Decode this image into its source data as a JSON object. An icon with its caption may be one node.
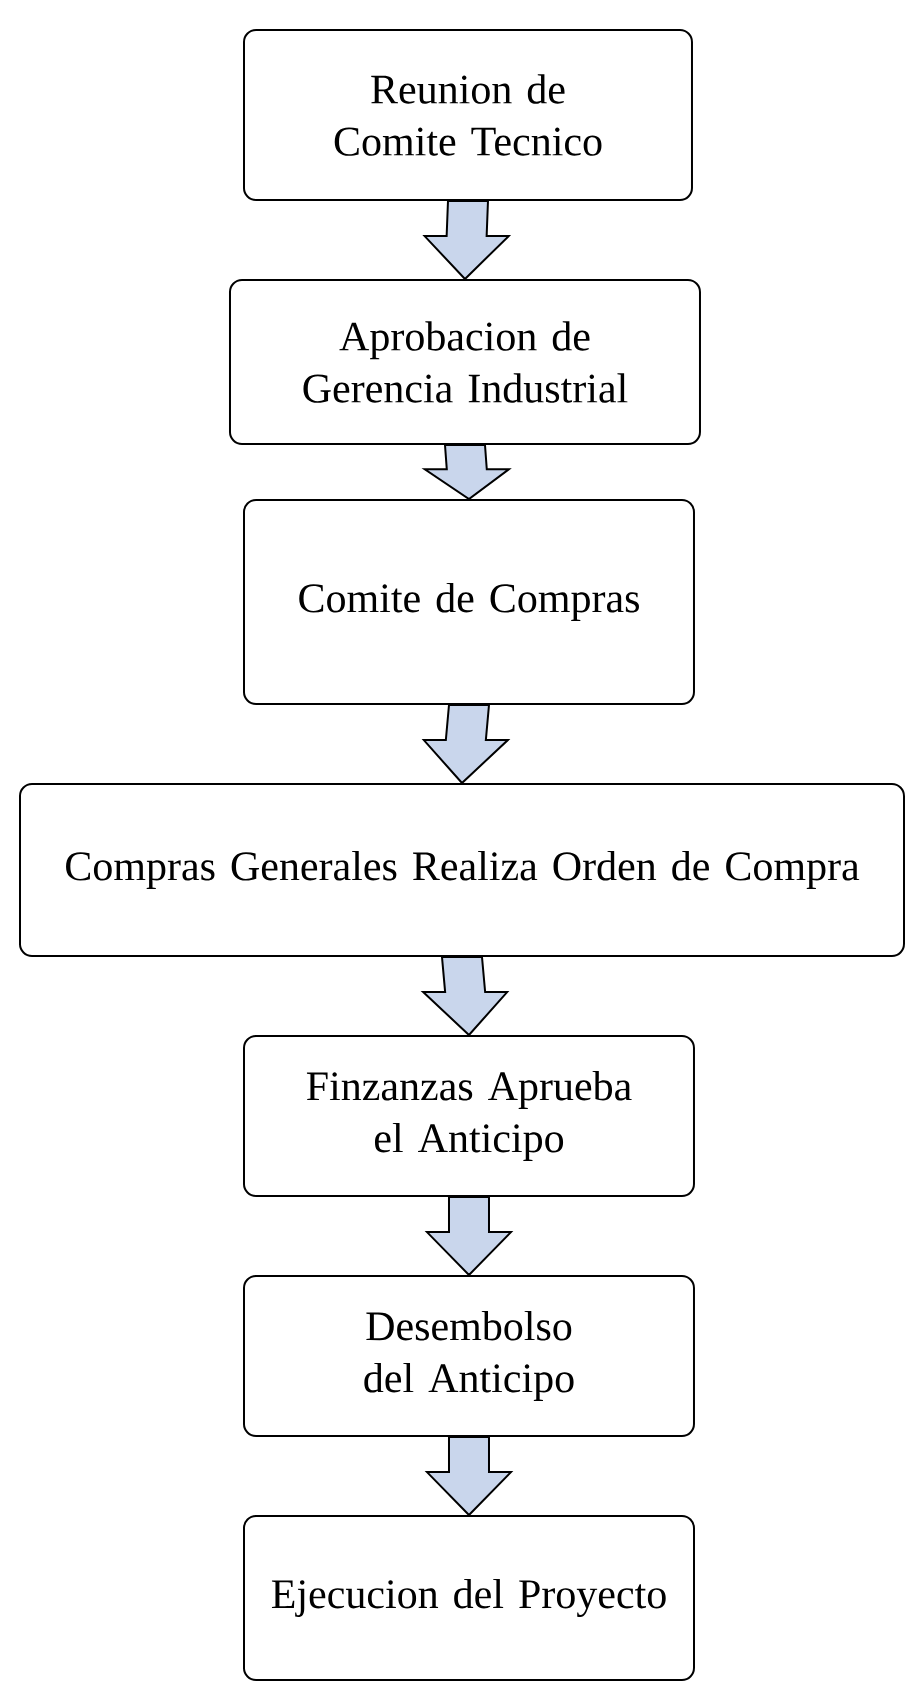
{
  "diagram": {
    "nodes": [
      {
        "text": [
          "Reunion de Comite Tecnico"
        ]
      },
      {
        "text": [
          "Aprobacion de Gerencia Industrial"
        ]
      },
      {
        "text": [
          "Comite de Compras"
        ]
      },
      {
        "text": [
          "Compras Generales Realiza Orden de Compra"
        ]
      },
      {
        "text": [
          "Finzanzas Aprueba el Anticipo"
        ]
      },
      {
        "text": [
          "Desembolso del Anticipo"
        ]
      },
      {
        "text": [
          "Ejecucion del Proyecto"
        ]
      }
    ],
    "edges": [
      {
        "from": 0,
        "to": 1,
        "arrow": "to"
      },
      {
        "from": 1,
        "to": 2,
        "arrow": "to"
      },
      {
        "from": 2,
        "to": 3,
        "arrow": "to"
      },
      {
        "from": 3,
        "to": 4,
        "arrow": "to"
      },
      {
        "from": 4,
        "to": 5,
        "arrow": "to"
      },
      {
        "from": 5,
        "to": 6,
        "arrow": "to"
      }
    ]
  }
}
